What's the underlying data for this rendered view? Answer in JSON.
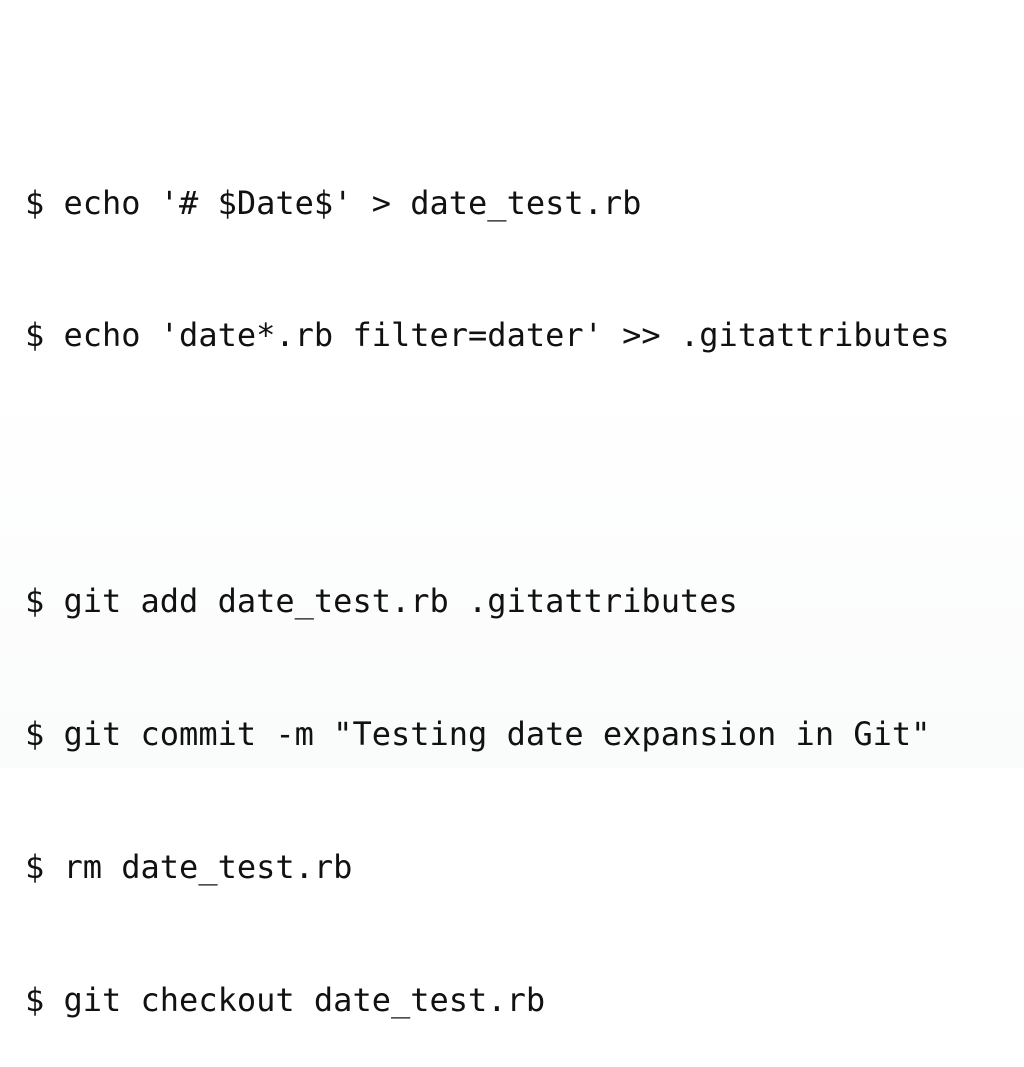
{
  "terminal": {
    "prompt": "$",
    "lines": [
      "echo '# $Date$' > date_test.rb",
      "echo 'date*.rb filter=dater' >> .gitattributes",
      "",
      "git add date_test.rb .gitattributes",
      "git commit -m \"Testing date expansion in Git\"",
      "rm date_test.rb",
      "git checkout date_test.rb"
    ]
  }
}
